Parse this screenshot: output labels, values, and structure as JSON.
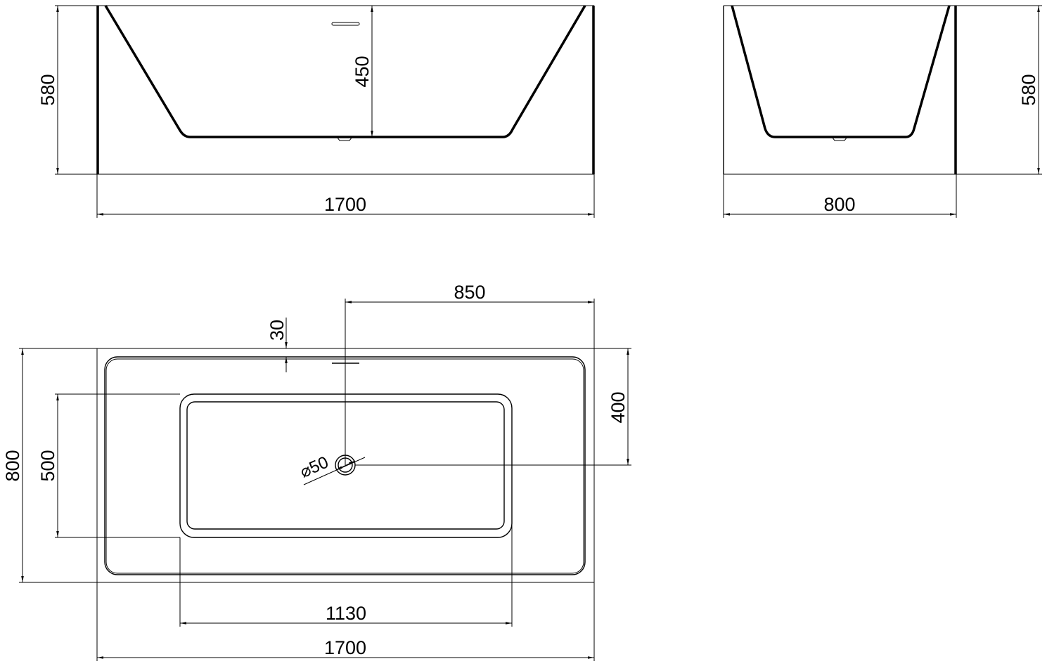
{
  "front_view": {
    "length": "1700",
    "height": "580",
    "depth": "450"
  },
  "side_view": {
    "width": "800",
    "height": "580"
  },
  "top_view": {
    "length": "1700",
    "width": "800",
    "drain_offset_x": "850",
    "drain_offset_y": "400",
    "rim_offset": "30",
    "basin_length": "1130",
    "basin_width": "500",
    "drain_diameter": "⌀50"
  }
}
